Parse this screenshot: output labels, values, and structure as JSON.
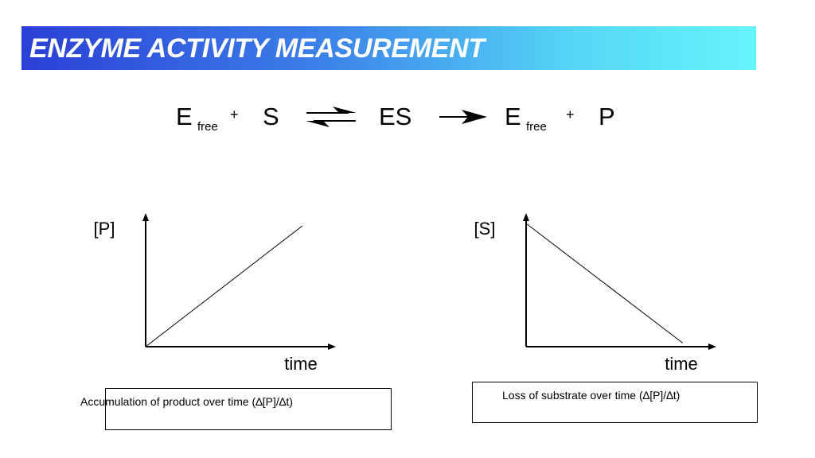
{
  "slide": {
    "title": "ENZYME ACTIVITY MEASUREMENT",
    "title_color": "#ffffff",
    "title_gradient": [
      "#2b3fd6",
      "#66f4fc"
    ]
  },
  "equation": {
    "e1": "E",
    "e1_sub": "free",
    "plus1": "+",
    "s": "S",
    "es": "ES",
    "e2": "E",
    "e2_sub": "free",
    "plus2": "+",
    "p": "P"
  },
  "chart_data": [
    {
      "type": "line",
      "title": "",
      "ylabel": "[P]",
      "xlabel": "time",
      "grid": false,
      "legend": "none",
      "xlim": [
        0,
        1
      ],
      "ylim": [
        0,
        1
      ],
      "series": [
        {
          "x": [
            0,
            0.82
          ],
          "y": [
            0,
            0.98
          ]
        }
      ],
      "caption": "Accumulation of product over time (∆[P]/∆t)"
    },
    {
      "type": "line",
      "title": "",
      "ylabel": "[S]",
      "xlabel": "time",
      "grid": false,
      "legend": "none",
      "xlim": [
        0,
        1
      ],
      "ylim": [
        0,
        1
      ],
      "series": [
        {
          "x": [
            0,
            0.82
          ],
          "y": [
            1.0,
            0.03
          ]
        }
      ],
      "caption": "Loss of substrate over time (∆[P]/∆t)"
    }
  ]
}
